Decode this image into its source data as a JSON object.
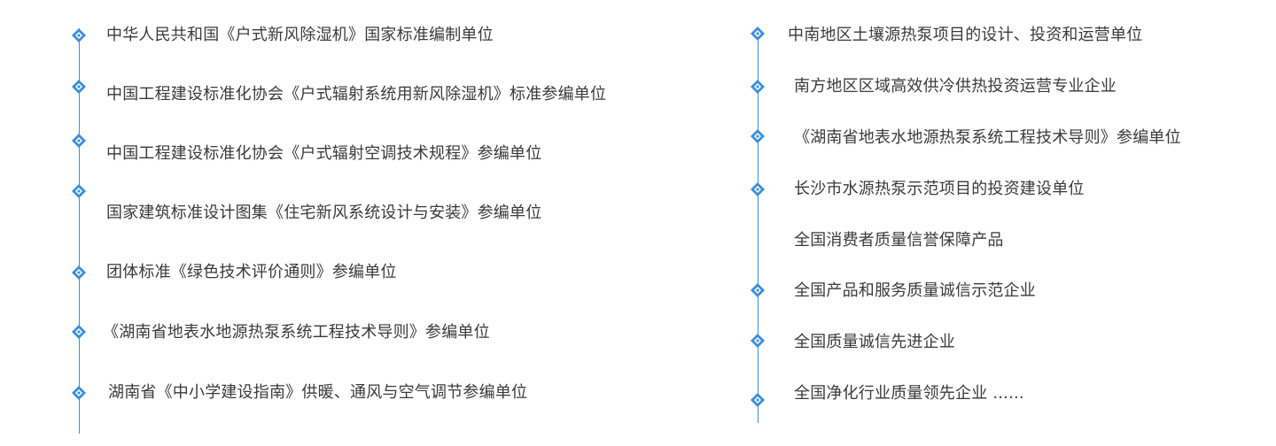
{
  "colors": {
    "accent": "#3b8fd6",
    "text": "#3a3a3a"
  },
  "icons": {
    "marker": "diamond-bullet-icon"
  },
  "left_column": {
    "items": [
      {
        "label": "中华人民共和国《户式新风除湿机》国家标准编制单位"
      },
      {
        "label": "中国工程建设标准化协会《户式辐射系统用新风除湿机》标准参编单位"
      },
      {
        "label": "中国工程建设标准化协会《户式辐射空调技术规程》参编单位"
      },
      {
        "label": "国家建筑标准设计图集《住宅新风系统设计与安装》参编单位"
      },
      {
        "label": "团体标准《绿色技术评价通则》参编单位"
      },
      {
        "label": "《湖南省地表水地源热泵系统工程技术导则》参编单位"
      },
      {
        "label": "湖南省《中小学建设指南》供暖、通风与空气调节参编单位"
      }
    ]
  },
  "right_column": {
    "items": [
      {
        "label": "中南地区土壤源热泵项目的设计、投资和运营单位"
      },
      {
        "label": "南方地区区域高效供冷供热投资运营专业企业"
      },
      {
        "label": "《湖南省地表水地源热泵系统工程技术导则》参编单位"
      },
      {
        "label": "长沙市水源热泵示范项目的投资建设单位"
      },
      {
        "label": "全国消费者质量信誉保障产品"
      },
      {
        "label": "全国产品和服务质量诚信示范企业"
      },
      {
        "label": "全国质量诚信先进企业"
      },
      {
        "label": "全国净化行业质量领先企业 ......"
      }
    ]
  }
}
